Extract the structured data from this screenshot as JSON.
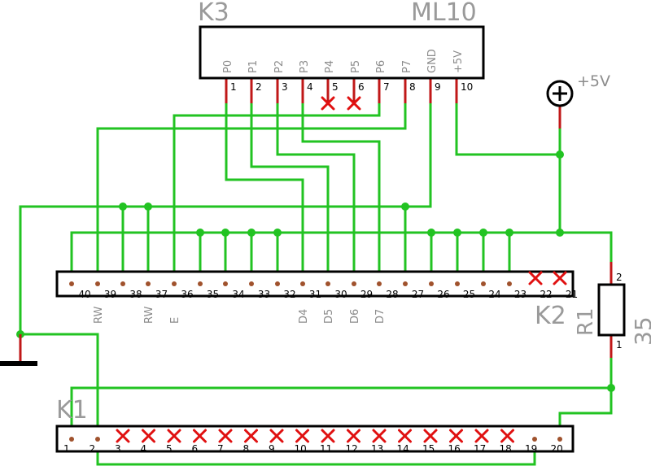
{
  "k3": {
    "name": "K3",
    "value": "ML10",
    "pin_labels": [
      "P0",
      "P1",
      "P2",
      "P3",
      "P4",
      "P5",
      "P6",
      "P7",
      "GND",
      "+5V"
    ],
    "pin_numbers": [
      "1",
      "2",
      "3",
      "4",
      "5",
      "6",
      "7",
      "8",
      "9",
      "10"
    ]
  },
  "k2": {
    "name": "K2",
    "pin_numbers": [
      "40",
      "39",
      "38",
      "37",
      "36",
      "35",
      "34",
      "33",
      "32",
      "31",
      "30",
      "29",
      "28",
      "27",
      "26",
      "25",
      "24",
      "23",
      "22",
      "21"
    ],
    "signal_labels": [
      "RW",
      "RW",
      "E",
      "D4",
      "D5",
      "D6",
      "D7"
    ]
  },
  "k1": {
    "name": "K1",
    "pin_numbers": [
      "1",
      "2",
      "3",
      "4",
      "5",
      "6",
      "7",
      "8",
      "9",
      "10",
      "11",
      "12",
      "13",
      "14",
      "15",
      "16",
      "17",
      "18",
      "19",
      "20"
    ]
  },
  "r1": {
    "name": "R1",
    "value": "35",
    "pin_top": "2",
    "pin_bottom": "1"
  },
  "supply": {
    "label": "+5V"
  },
  "colors": {
    "wire": "#22c322",
    "pin": "#c01818",
    "no_connect": "#e01010"
  }
}
